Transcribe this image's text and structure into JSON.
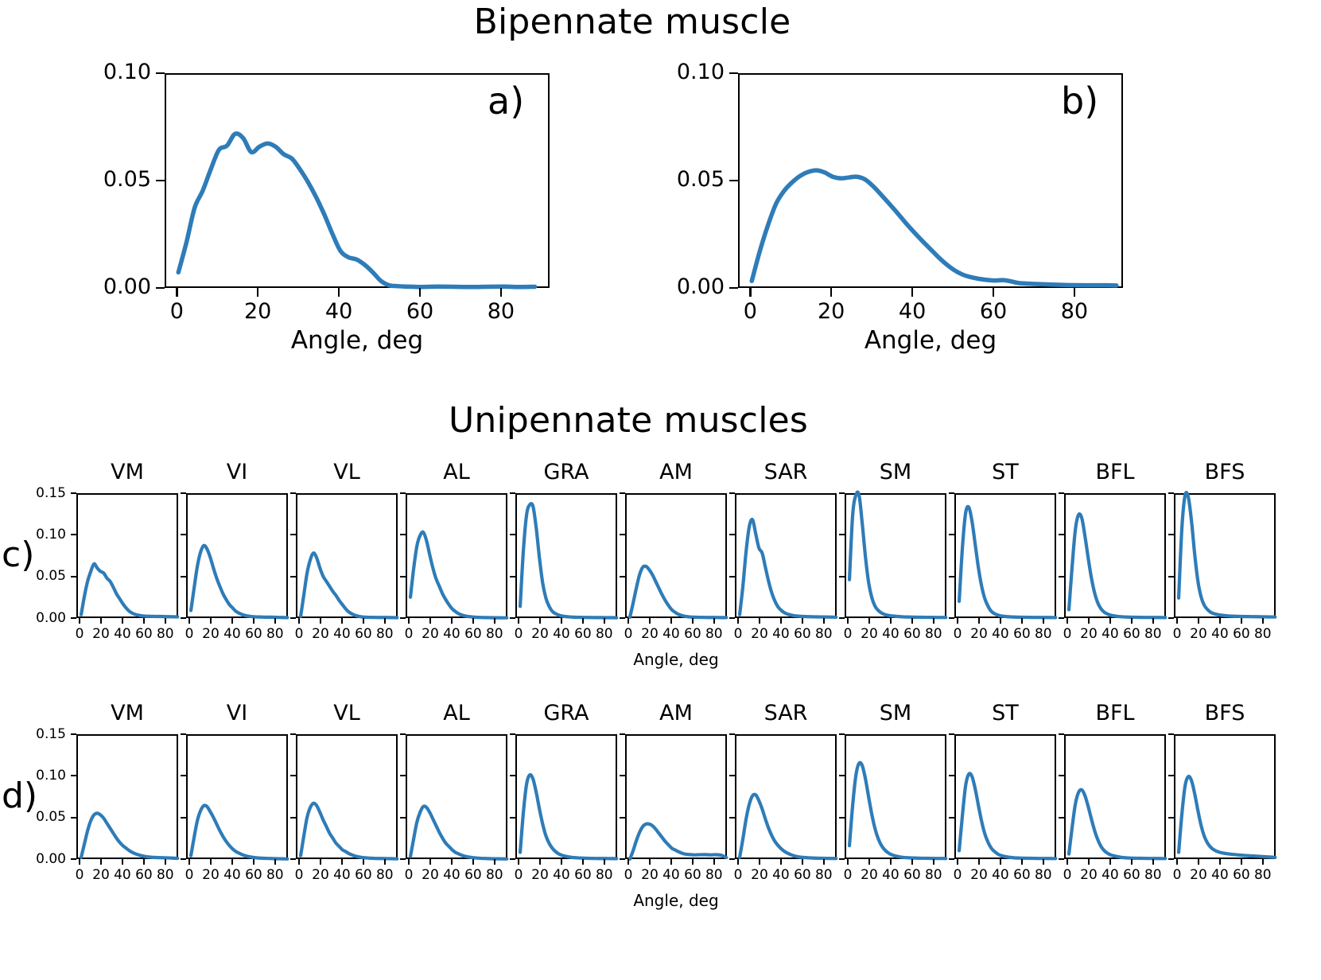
{
  "figure": {
    "titles": {
      "bipennate": "Bipennate muscle",
      "unipennate": "Unipennate muscles"
    },
    "panel_letters": {
      "a": "a)",
      "b": "b)",
      "c": "c)",
      "d": "d)"
    },
    "axis_label": "Angle, deg",
    "accent_color": "#2e7cb8"
  },
  "chart_data": [
    {
      "type": "line",
      "panel": "a",
      "title": "Bipennate muscle",
      "xlabel": "Angle, deg",
      "ylabel": "",
      "xlim": [
        -3,
        92
      ],
      "ylim": [
        0.0,
        0.1
      ],
      "xticks": [
        0,
        20,
        40,
        60,
        80
      ],
      "yticks": [
        0.0,
        0.05,
        0.1
      ],
      "xticklabels": [
        "0",
        "20",
        "40",
        "60",
        "80"
      ],
      "yticklabels": [
        "0.00",
        "0.05",
        "0.10"
      ],
      "grid": false,
      "x": [
        0,
        2,
        4,
        6,
        8,
        10,
        12,
        14,
        16,
        18,
        20,
        22,
        24,
        26,
        28,
        30,
        32,
        34,
        36,
        38,
        40,
        42,
        44,
        46,
        48,
        50,
        52,
        54,
        56,
        58,
        60,
        64,
        68,
        72,
        76,
        80,
        84,
        88
      ],
      "y": [
        0.008,
        0.022,
        0.038,
        0.046,
        0.056,
        0.065,
        0.067,
        0.0725,
        0.0705,
        0.064,
        0.0665,
        0.068,
        0.0665,
        0.063,
        0.061,
        0.056,
        0.05,
        0.043,
        0.035,
        0.026,
        0.018,
        0.015,
        0.014,
        0.0115,
        0.008,
        0.004,
        0.002,
        0.0016,
        0.0014,
        0.0013,
        0.0012,
        0.0014,
        0.0013,
        0.0012,
        0.0013,
        0.0014,
        0.0012,
        0.0013
      ]
    },
    {
      "type": "line",
      "panel": "b",
      "title": "Bipennate muscle",
      "xlabel": "Angle, deg",
      "ylabel": "",
      "xlim": [
        -3,
        92
      ],
      "ylim": [
        0.0,
        0.1
      ],
      "xticks": [
        0,
        20,
        40,
        60,
        80
      ],
      "yticks": [
        0.0,
        0.05,
        0.1
      ],
      "xticklabels": [
        "0",
        "20",
        "40",
        "60",
        "80"
      ],
      "yticklabels": [
        "0.00",
        "0.05",
        "0.10"
      ],
      "grid": false,
      "x": [
        0,
        2,
        4,
        6,
        8,
        10,
        12,
        14,
        16,
        18,
        20,
        22,
        24,
        26,
        28,
        30,
        32,
        34,
        36,
        38,
        40,
        42,
        44,
        46,
        48,
        50,
        52,
        54,
        56,
        58,
        60,
        62,
        64,
        66,
        70,
        74,
        78,
        82,
        86,
        90
      ],
      "y": [
        0.004,
        0.018,
        0.03,
        0.04,
        0.046,
        0.05,
        0.053,
        0.0548,
        0.0555,
        0.0545,
        0.0525,
        0.0518,
        0.0522,
        0.0525,
        0.0512,
        0.048,
        0.044,
        0.0398,
        0.0355,
        0.031,
        0.0268,
        0.0228,
        0.019,
        0.0152,
        0.0118,
        0.009,
        0.007,
        0.0058,
        0.005,
        0.0045,
        0.0042,
        0.0044,
        0.0038,
        0.003,
        0.0026,
        0.0023,
        0.0021,
        0.002,
        0.002,
        0.0019
      ]
    },
    {
      "type": "line",
      "row": "c",
      "row_label": "c)",
      "xlabel": "Angle, deg",
      "xlim": [
        -3,
        92
      ],
      "ylim": [
        0.0,
        0.15
      ],
      "xticks": [
        0,
        20,
        40,
        60,
        80
      ],
      "yticks": [
        0.0,
        0.05,
        0.1,
        0.15
      ],
      "xticklabels": [
        "0",
        "20",
        "40",
        "60",
        "80"
      ],
      "yticklabels": [
        "0.00",
        "0.05",
        "0.10",
        "0.15"
      ],
      "grid": false,
      "x": [
        0,
        3,
        6,
        9,
        12,
        15,
        18,
        21,
        24,
        27,
        30,
        33,
        36,
        39,
        42,
        45,
        50,
        55,
        60,
        65,
        70,
        75,
        80,
        85,
        90
      ],
      "series": [
        {
          "name": "VM",
          "values": [
            0.006,
            0.028,
            0.046,
            0.058,
            0.067,
            0.062,
            0.058,
            0.056,
            0.05,
            0.046,
            0.039,
            0.031,
            0.025,
            0.019,
            0.014,
            0.01,
            0.0065,
            0.005,
            0.0042,
            0.004,
            0.0038,
            0.0038,
            0.0036,
            0.0035,
            0.0033
          ]
        },
        {
          "name": "VI",
          "values": [
            0.011,
            0.038,
            0.064,
            0.081,
            0.089,
            0.085,
            0.075,
            0.062,
            0.05,
            0.04,
            0.031,
            0.024,
            0.018,
            0.014,
            0.01,
            0.0078,
            0.0052,
            0.004,
            0.0034,
            0.0032,
            0.003,
            0.003,
            0.0028,
            0.0026,
            0.0025
          ]
        },
        {
          "name": "VL",
          "values": [
            0.004,
            0.03,
            0.056,
            0.072,
            0.08,
            0.074,
            0.062,
            0.052,
            0.046,
            0.04,
            0.034,
            0.029,
            0.023,
            0.018,
            0.013,
            0.0092,
            0.0055,
            0.0038,
            0.003,
            0.0028,
            0.0027,
            0.0026,
            0.0026,
            0.0025,
            0.0024
          ]
        },
        {
          "name": "AL",
          "values": [
            0.027,
            0.061,
            0.088,
            0.101,
            0.105,
            0.095,
            0.078,
            0.062,
            0.049,
            0.04,
            0.031,
            0.024,
            0.018,
            0.013,
            0.0098,
            0.0072,
            0.0048,
            0.0036,
            0.003,
            0.0027,
            0.0025,
            0.0024,
            0.0023,
            0.0022,
            0.0022
          ]
        },
        {
          "name": "GRA",
          "values": [
            0.016,
            0.083,
            0.126,
            0.138,
            0.136,
            0.11,
            0.074,
            0.044,
            0.026,
            0.016,
            0.01,
            0.0072,
            0.0055,
            0.0044,
            0.0038,
            0.0034,
            0.003,
            0.0028,
            0.0027,
            0.0026,
            0.0025,
            0.0025,
            0.0024,
            0.0024,
            0.0023
          ]
        },
        {
          "name": "AM",
          "values": [
            0.003,
            0.02,
            0.038,
            0.054,
            0.063,
            0.064,
            0.06,
            0.054,
            0.046,
            0.038,
            0.03,
            0.023,
            0.017,
            0.012,
            0.009,
            0.0066,
            0.0044,
            0.0034,
            0.003,
            0.0028,
            0.0027,
            0.0026,
            0.0026,
            0.0025,
            0.0025
          ]
        },
        {
          "name": "SAR",
          "values": [
            0.006,
            0.04,
            0.082,
            0.112,
            0.12,
            0.103,
            0.086,
            0.08,
            0.063,
            0.046,
            0.032,
            0.022,
            0.015,
            0.011,
            0.0082,
            0.0066,
            0.005,
            0.0042,
            0.0038,
            0.0036,
            0.0034,
            0.0033,
            0.0032,
            0.0031,
            0.003
          ]
        },
        {
          "name": "SM",
          "values": [
            0.048,
            0.125,
            0.155,
            0.15,
            0.115,
            0.075,
            0.044,
            0.026,
            0.016,
            0.011,
            0.008,
            0.0062,
            0.0052,
            0.0046,
            0.0042,
            0.0038,
            0.0034,
            0.0032,
            0.003,
            0.0029,
            0.0028,
            0.0028,
            0.0027,
            0.0027,
            0.0026
          ]
        },
        {
          "name": "ST",
          "values": [
            0.022,
            0.086,
            0.128,
            0.135,
            0.118,
            0.09,
            0.062,
            0.04,
            0.025,
            0.016,
            0.01,
            0.0072,
            0.0055,
            0.0045,
            0.004,
            0.0036,
            0.0032,
            0.003,
            0.0029,
            0.0028,
            0.0027,
            0.0027,
            0.0026,
            0.0026,
            0.0025
          ]
        },
        {
          "name": "BFL",
          "values": [
            0.012,
            0.064,
            0.108,
            0.126,
            0.122,
            0.1,
            0.074,
            0.05,
            0.032,
            0.02,
            0.013,
            0.009,
            0.0068,
            0.0054,
            0.0046,
            0.004,
            0.0034,
            0.0031,
            0.0029,
            0.0028,
            0.0027,
            0.0027,
            0.0026,
            0.0026,
            0.0025
          ]
        },
        {
          "name": "BFS",
          "values": [
            0.026,
            0.11,
            0.15,
            0.147,
            0.118,
            0.078,
            0.046,
            0.027,
            0.017,
            0.012,
            0.0088,
            0.0072,
            0.0062,
            0.0055,
            0.005,
            0.0046,
            0.0042,
            0.004,
            0.0038,
            0.0037,
            0.0036,
            0.0035,
            0.0034,
            0.0033,
            0.0032
          ]
        }
      ]
    },
    {
      "type": "line",
      "row": "d",
      "row_label": "d)",
      "xlabel": "Angle, deg",
      "xlim": [
        -3,
        92
      ],
      "ylim": [
        0.0,
        0.15
      ],
      "xticks": [
        0,
        20,
        40,
        60,
        80
      ],
      "yticks": [
        0.0,
        0.05,
        0.1,
        0.15
      ],
      "xticklabels": [
        "0",
        "20",
        "40",
        "60",
        "80"
      ],
      "yticklabels": [
        "0.00",
        "0.05",
        "0.10",
        "0.15"
      ],
      "grid": false,
      "x": [
        0,
        3,
        6,
        9,
        12,
        15,
        18,
        21,
        24,
        27,
        30,
        33,
        36,
        39,
        42,
        45,
        50,
        55,
        60,
        65,
        70,
        75,
        80,
        85,
        90
      ],
      "series": [
        {
          "name": "VM",
          "values": [
            0.004,
            0.02,
            0.036,
            0.048,
            0.055,
            0.057,
            0.055,
            0.051,
            0.045,
            0.039,
            0.033,
            0.027,
            0.022,
            0.018,
            0.015,
            0.012,
            0.0086,
            0.0064,
            0.005,
            0.0042,
            0.0038,
            0.0036,
            0.0034,
            0.0031,
            0.0028
          ]
        },
        {
          "name": "VI",
          "values": [
            0.006,
            0.028,
            0.048,
            0.06,
            0.066,
            0.065,
            0.059,
            0.052,
            0.044,
            0.036,
            0.029,
            0.023,
            0.018,
            0.014,
            0.011,
            0.009,
            0.0062,
            0.0046,
            0.0036,
            0.0031,
            0.0028,
            0.0026,
            0.0024,
            0.0023,
            0.0021
          ]
        },
        {
          "name": "VL",
          "values": [
            0.006,
            0.03,
            0.052,
            0.064,
            0.069,
            0.066,
            0.058,
            0.049,
            0.041,
            0.033,
            0.027,
            0.021,
            0.017,
            0.013,
            0.011,
            0.0086,
            0.0059,
            0.0044,
            0.0035,
            0.003,
            0.0027,
            0.0026,
            0.0025,
            0.0024,
            0.0022
          ]
        },
        {
          "name": "AL",
          "values": [
            0.005,
            0.026,
            0.046,
            0.058,
            0.065,
            0.064,
            0.058,
            0.05,
            0.042,
            0.034,
            0.027,
            0.021,
            0.017,
            0.013,
            0.01,
            0.0082,
            0.0056,
            0.0042,
            0.0034,
            0.0029,
            0.0026,
            0.0024,
            0.0023,
            0.0022,
            0.0021
          ]
        },
        {
          "name": "GRA",
          "values": [
            0.01,
            0.058,
            0.092,
            0.103,
            0.098,
            0.082,
            0.062,
            0.044,
            0.03,
            0.021,
            0.015,
            0.011,
            0.0082,
            0.0065,
            0.0054,
            0.0046,
            0.0037,
            0.0033,
            0.003,
            0.0028,
            0.0027,
            0.0026,
            0.0026,
            0.0025,
            0.0025
          ]
        },
        {
          "name": "AM",
          "values": [
            0.002,
            0.012,
            0.024,
            0.034,
            0.041,
            0.044,
            0.044,
            0.042,
            0.038,
            0.033,
            0.028,
            0.023,
            0.019,
            0.015,
            0.013,
            0.011,
            0.0084,
            0.0074,
            0.007,
            0.0072,
            0.0073,
            0.007,
            0.0072,
            0.0066,
            0.0038
          ]
        },
        {
          "name": "SAR",
          "values": [
            0.004,
            0.026,
            0.05,
            0.068,
            0.078,
            0.079,
            0.072,
            0.062,
            0.05,
            0.039,
            0.03,
            0.023,
            0.018,
            0.014,
            0.011,
            0.0088,
            0.0061,
            0.0046,
            0.0038,
            0.0034,
            0.0031,
            0.0029,
            0.0028,
            0.0027,
            0.0026
          ]
        },
        {
          "name": "SM",
          "values": [
            0.018,
            0.066,
            0.102,
            0.117,
            0.114,
            0.098,
            0.076,
            0.055,
            0.038,
            0.026,
            0.018,
            0.013,
            0.0096,
            0.0074,
            0.006,
            0.0051,
            0.004,
            0.0035,
            0.0032,
            0.003,
            0.0029,
            0.0028,
            0.0027,
            0.0027,
            0.0026
          ]
        },
        {
          "name": "ST",
          "values": [
            0.012,
            0.054,
            0.09,
            0.104,
            0.101,
            0.086,
            0.066,
            0.047,
            0.032,
            0.022,
            0.015,
            0.011,
            0.008,
            0.0062,
            0.0052,
            0.0045,
            0.0036,
            0.0032,
            0.003,
            0.0029,
            0.0028,
            0.0027,
            0.0027,
            0.0026,
            0.0026
          ]
        },
        {
          "name": "BFL",
          "values": [
            0.008,
            0.04,
            0.068,
            0.082,
            0.085,
            0.078,
            0.065,
            0.05,
            0.036,
            0.025,
            0.017,
            0.012,
            0.009,
            0.007,
            0.0058,
            0.0049,
            0.0038,
            0.0033,
            0.003,
            0.0029,
            0.0028,
            0.0027,
            0.0027,
            0.0026,
            0.0026
          ]
        },
        {
          "name": "BFS",
          "values": [
            0.01,
            0.056,
            0.09,
            0.101,
            0.096,
            0.08,
            0.06,
            0.042,
            0.029,
            0.021,
            0.016,
            0.013,
            0.011,
            0.0098,
            0.009,
            0.0084,
            0.0076,
            0.007,
            0.0064,
            0.006,
            0.0056,
            0.0052,
            0.0048,
            0.0044,
            0.004
          ]
        }
      ]
    }
  ]
}
